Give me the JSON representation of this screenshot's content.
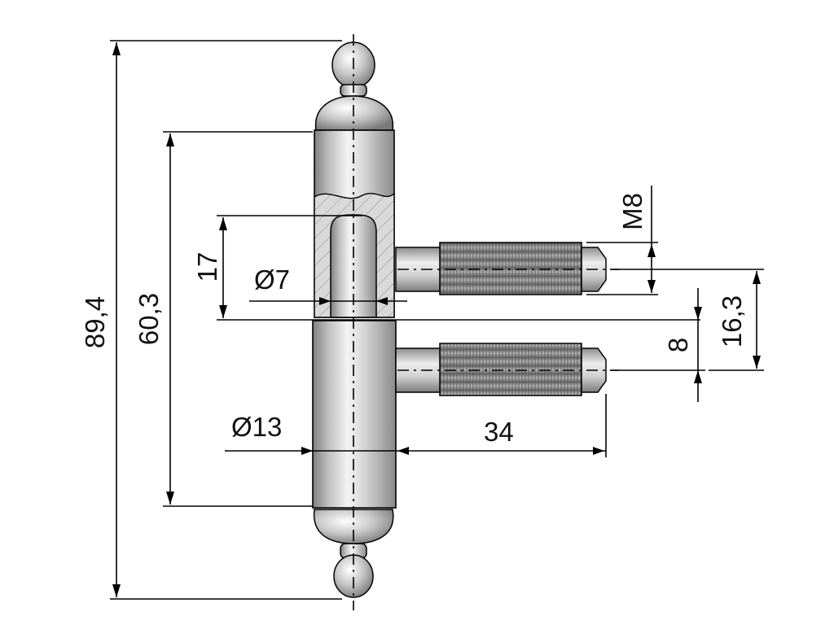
{
  "drawing": {
    "dimensions": {
      "overall_length": "89,4",
      "sleeve_length": "60,3",
      "pin_engagement": "17",
      "pin_diameter": "Ø7",
      "barrel_diameter": "Ø13",
      "thread": "M8",
      "thread_spacing": "8",
      "pin_offset": "16,3",
      "pin_length": "34"
    },
    "colors": {
      "steel_light": "#f2f2f2",
      "steel_mid": "#c6c6c6",
      "steel_dark": "#7a7a7a",
      "thread": "#8c8c8c",
      "lines": "#000000"
    }
  }
}
